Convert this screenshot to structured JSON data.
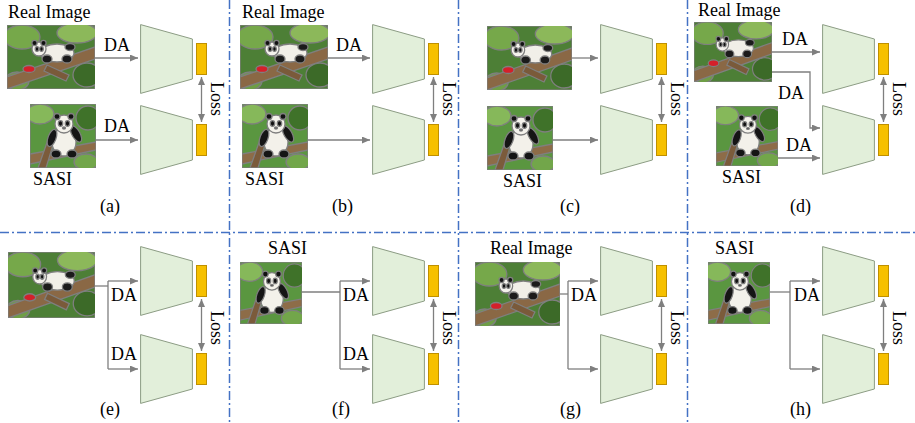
{
  "diagram": {
    "labels": [
      "Real Image",
      "DA",
      "Loss",
      "DA",
      "SASI",
      "(a)",
      "Real Image",
      "DA",
      "Loss",
      "SASI",
      "(b)",
      "Loss",
      "SASI",
      "(c)",
      "Real Image",
      "DA",
      "Loss",
      "DA",
      "DA",
      "SASI",
      "(d)",
      "DA",
      "Loss",
      "DA",
      "(e)",
      "SASI",
      "DA",
      "Loss",
      "DA",
      "(f)",
      "Real Image",
      "DA",
      "Loss",
      "(g)",
      "SASI",
      "DA",
      "Loss",
      "(h)"
    ]
  }
}
